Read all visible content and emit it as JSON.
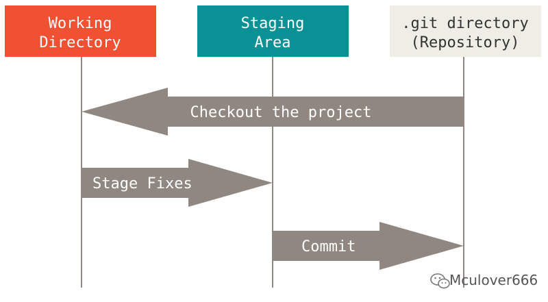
{
  "colors": {
    "working_box": "#f05133",
    "staging_box": "#0a9196",
    "repo_box": "#eeeee6",
    "repo_text": "#333333",
    "box_text": "#ffffff",
    "lifeline": "#8f8780",
    "arrow": "#8f8780",
    "watermark": "#555555"
  },
  "columns": [
    {
      "id": "working",
      "lines": [
        "Working",
        "Directory"
      ]
    },
    {
      "id": "staging",
      "lines": [
        "Staging",
        "Area"
      ]
    },
    {
      "id": "repo",
      "lines": [
        ".git directory",
        "(Repository)"
      ]
    }
  ],
  "arrows": [
    {
      "id": "checkout",
      "label": "Checkout the project",
      "from": "repo",
      "to": "working"
    },
    {
      "id": "stage",
      "label": "Stage Fixes",
      "from": "working",
      "to": "staging"
    },
    {
      "id": "commit",
      "label": "Commit",
      "from": "staging",
      "to": "repo"
    }
  ],
  "watermark": {
    "text": "Mculover666",
    "icon": "wechat-icon"
  }
}
